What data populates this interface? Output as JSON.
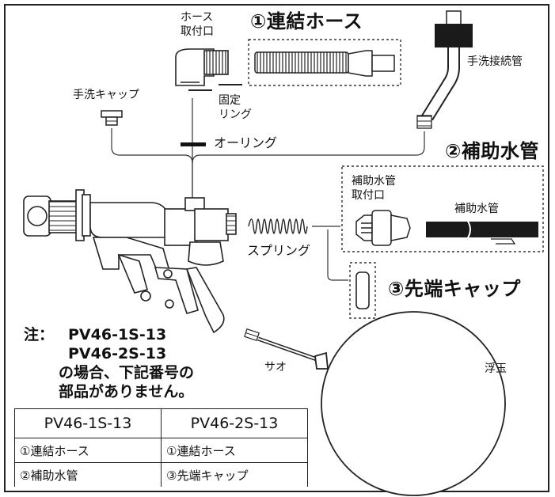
{
  "labels": {
    "hose_mount": "ホース\n取付口",
    "connecting_hose": "①連結ホース",
    "hand_wash_pipe": "手洗接続管",
    "hand_wash_cap": "手洗キャップ",
    "fixing_ring": "固定\nリング",
    "o_ring": "オーリング",
    "aux_water_pipe_title": "②補助水管",
    "aux_pipe_mount": "補助水管\n取付口",
    "aux_pipe": "補助水管",
    "spring": "スプリング",
    "tip_cap": "③先端キャップ",
    "rod": "サオ",
    "float": "浮玉"
  },
  "note": {
    "prefix": "注：",
    "lines": [
      "PV46-1S-13",
      "PV46-2S-13",
      "の場合、下記番号の",
      "部品がありません。"
    ]
  },
  "table": {
    "headers": [
      "PV46-1S-13",
      "PV46-2S-13"
    ],
    "rows": [
      [
        "①連結ホース",
        "①連結ホース"
      ],
      [
        "②補助水管",
        "③先端キャップ"
      ]
    ]
  }
}
